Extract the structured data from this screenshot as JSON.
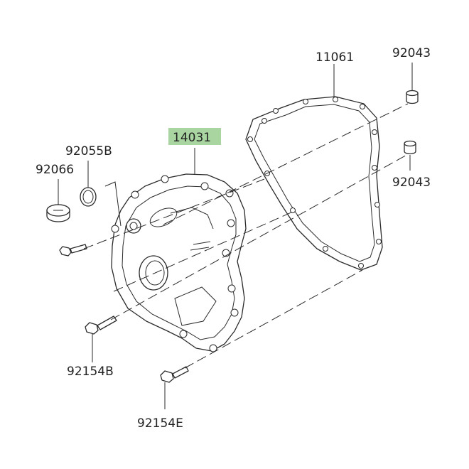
{
  "diagram": {
    "highlight_color": "#a9d6a0",
    "labels": {
      "p11061": "11061",
      "p92043_top": "92043",
      "p92043_mid": "92043",
      "p14031": "14031",
      "p92055B": "92055B",
      "p92066": "92066",
      "p92154B": "92154B",
      "p92154E": "92154E"
    }
  }
}
